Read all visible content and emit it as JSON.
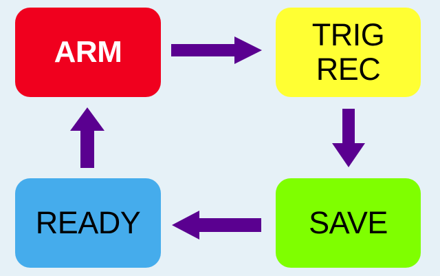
{
  "colors": {
    "background": "#e6f1f7",
    "arrow": "#5a0090",
    "arm": "#f0001e",
    "trig_rec": "#ffff33",
    "save": "#7fff00",
    "ready": "#45acec"
  },
  "states": {
    "arm": "ARM",
    "trig_rec": {
      "line1": "TRIG",
      "line2": "REC"
    },
    "save": "SAVE",
    "ready": "READY"
  },
  "flow": [
    {
      "from": "ARM",
      "to": "TRIG REC"
    },
    {
      "from": "TRIG REC",
      "to": "SAVE"
    },
    {
      "from": "SAVE",
      "to": "READY"
    },
    {
      "from": "READY",
      "to": "ARM"
    }
  ]
}
